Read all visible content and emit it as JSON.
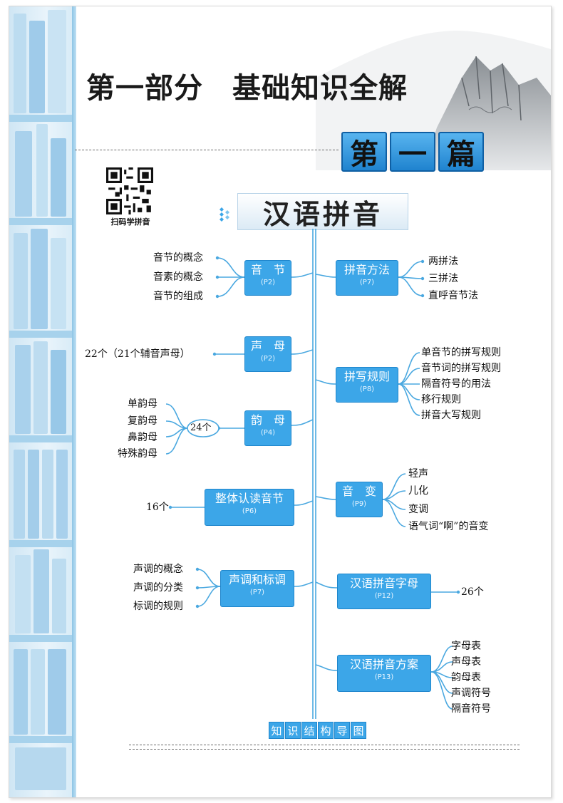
{
  "header": {
    "part_title": "第一部分　基础知识全解",
    "chapter_chars": [
      "第",
      "一",
      "篇"
    ]
  },
  "qr": {
    "caption": "扫码学拼音"
  },
  "topic": {
    "title": "汉语拼音"
  },
  "left_nodes": [
    {
      "title": "音　节",
      "page": "(P2)",
      "leaves": [
        "音节的概念",
        "音素的概念",
        "音节的组成"
      ]
    },
    {
      "title": "声　母",
      "page": "(P2)",
      "leaves": [
        "22个（21个辅音声母）"
      ]
    },
    {
      "title": "韵　母",
      "page": "(P4)",
      "mid": "24个",
      "leaves": [
        "单韵母",
        "复韵母",
        "鼻韵母",
        "特殊韵母"
      ]
    },
    {
      "title": "整体认读音节",
      "page": "(P6)",
      "leaves": [
        "16个"
      ]
    },
    {
      "title": "声调和标调",
      "page": "(P7)",
      "leaves": [
        "声调的概念",
        "声调的分类",
        "标调的规则"
      ]
    }
  ],
  "right_nodes": [
    {
      "title": "拼音方法",
      "page": "(P7)",
      "leaves": [
        "两拼法",
        "三拼法",
        "直呼音节法"
      ]
    },
    {
      "title": "拼写规则",
      "page": "(P8)",
      "leaves": [
        "单音节的拼写规则",
        "音节词的拼写规则",
        "隔音符号的用法",
        "移行规则",
        "拼音大写规则"
      ]
    },
    {
      "title": "音　变",
      "page": "(P9)",
      "leaves": [
        "轻声",
        "儿化",
        "变调",
        "语气词“啊”的音变"
      ]
    },
    {
      "title": "汉语拼音字母",
      "page": "(P12)",
      "leaves": [
        "26个"
      ]
    },
    {
      "title": "汉语拼音方案",
      "page": "(P13)",
      "leaves": [
        "字母表",
        "声母表",
        "韵母表",
        "声调符号",
        "隔音符号"
      ]
    }
  ],
  "footer": {
    "label_chars": [
      "知",
      "识",
      "结",
      "构",
      "导",
      "图"
    ]
  },
  "colors": {
    "node": "#3ca6e8",
    "line": "#4aa8e0",
    "text": "#111111"
  }
}
